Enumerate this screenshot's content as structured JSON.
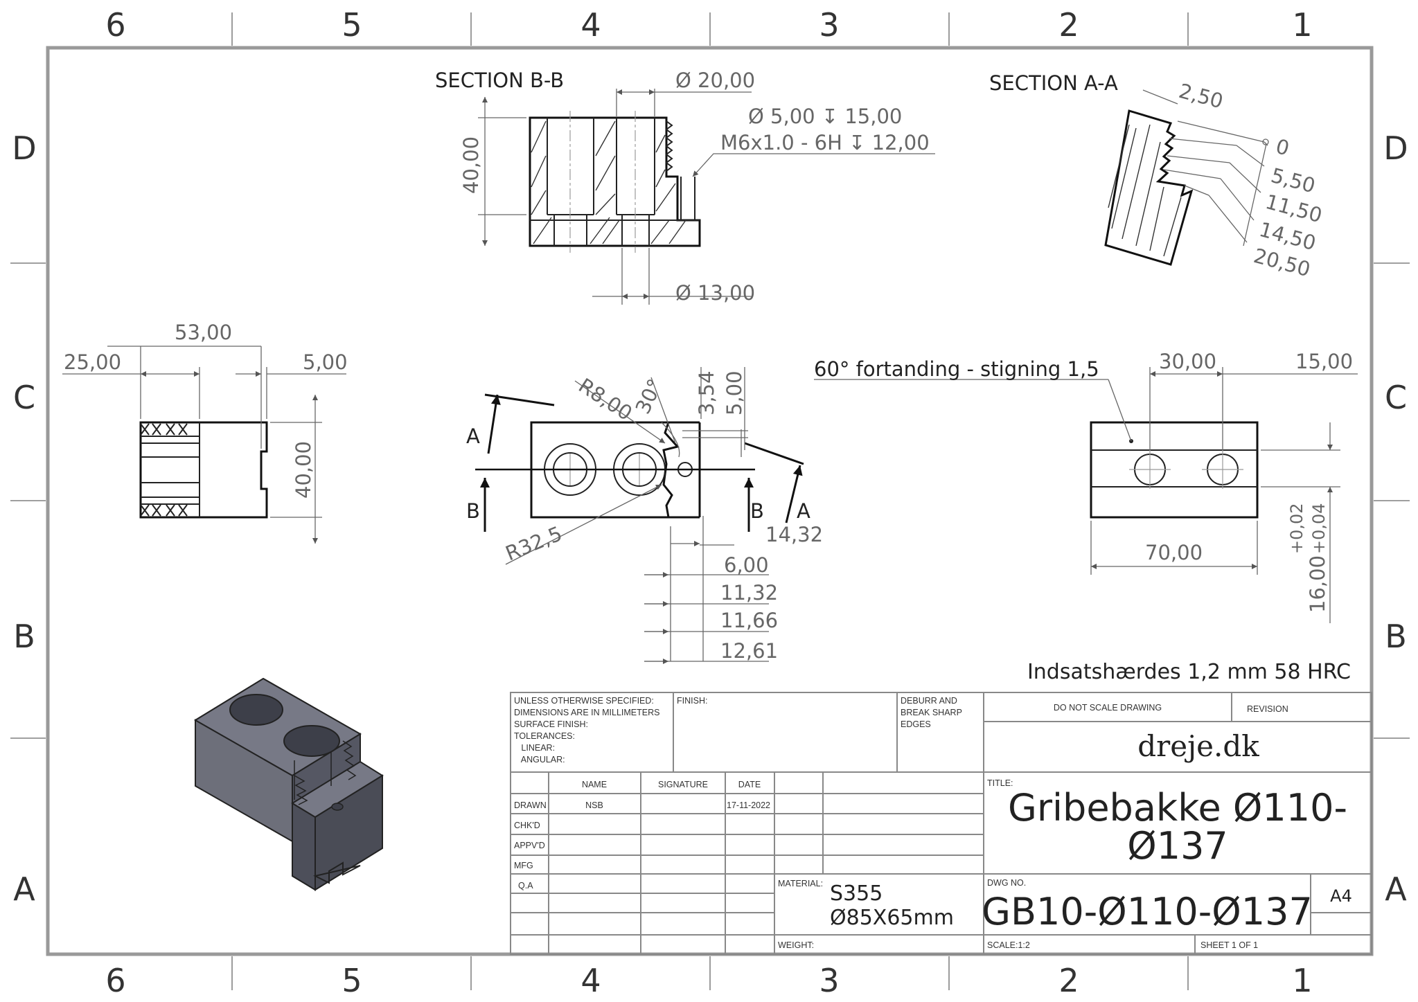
{
  "zones": {
    "columns": [
      "6",
      "5",
      "4",
      "3",
      "2",
      "1"
    ],
    "rows": [
      "D",
      "C",
      "B",
      "A"
    ]
  },
  "views": {
    "section_bb": {
      "title": "SECTION B-B",
      "dia_top": "Ø 20,00",
      "hole_note_1": "Ø  5,00 ↧ 15,00",
      "hole_note_2": "M6x1.0 - 6H ↧ 12,00",
      "height": "40,00",
      "dia_bottom": "Ø 13,00"
    },
    "section_aa": {
      "title": "SECTION A-A",
      "pitch": "2,50",
      "ord_0": "0",
      "ord_1": "5,50",
      "ord_2": "11,50",
      "ord_3": "14,50",
      "ord_4": "20,50"
    },
    "left_view": {
      "width_total": "53,00",
      "width_a": "25,00",
      "width_b": "5,00",
      "height": "40,00"
    },
    "top_view": {
      "radius_small": "R8,00",
      "angle": "30°",
      "d1": "3,54",
      "d2": "5,00",
      "radius_large": "R32,5",
      "d3": "14,32",
      "o1": "6,00",
      "o2": "11,32",
      "o3": "11,66",
      "o4": "12,61",
      "mark_a": "A",
      "mark_b": "B"
    },
    "front_view": {
      "note": "60° fortanding - stigning 1,5",
      "d_30": "30,00",
      "d_15": "15,00",
      "d_70": "70,00",
      "d_16": "16,00",
      "tol_upper": "+0,04",
      "tol_lower": "+0,02"
    },
    "hardening_note": "Indsatshærdes 1,2 mm 58 HRC"
  },
  "title_block": {
    "unless": [
      "UNLESS OTHERWISE SPECIFIED:",
      "DIMENSIONS ARE IN MILLIMETERS",
      "SURFACE FINISH:",
      "TOLERANCES:",
      "   LINEAR:",
      "   ANGULAR:"
    ],
    "finish_label": "FINISH:",
    "deburr": [
      "DEBURR AND",
      "BREAK SHARP",
      "EDGES"
    ],
    "do_not_scale": "DO NOT SCALE DRAWING",
    "revision_label": "REVISION",
    "company": "dreje.dk",
    "col_name": "NAME",
    "col_signature": "SIGNATURE",
    "col_date": "DATE",
    "row_drawn": "DRAWN",
    "row_chkd": "CHK'D",
    "row_apprd": "APPV'D",
    "row_mfg": "MFG",
    "row_qa": "Q.A",
    "drawn_name": "NSB",
    "drawn_date": "17-11-2022",
    "title_label": "TITLE:",
    "title_line1": "Gribebakke Ø110-",
    "title_line2": "Ø137",
    "material_label": "MATERIAL:",
    "material_1": "S355",
    "material_2": "Ø85X65mm",
    "dwg_label": "DWG NO.",
    "dwg_no": "GB10-Ø110-Ø137",
    "size": "A4",
    "weight_label": "WEIGHT:",
    "scale": "SCALE:1:2",
    "sheet": "SHEET 1 OF 1"
  }
}
